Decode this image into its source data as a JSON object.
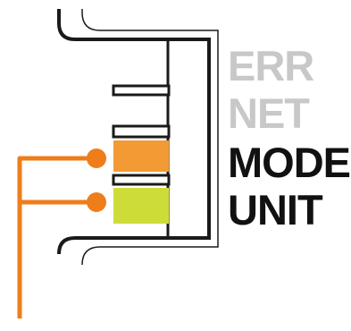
{
  "indicators": [
    {
      "key": "err",
      "label": "ERR",
      "state": "off",
      "led_color": "#ffffff",
      "text_color": "#c8c8c8"
    },
    {
      "key": "net",
      "label": "NET",
      "state": "off",
      "led_color": "#ffffff",
      "text_color": "#c8c8c8"
    },
    {
      "key": "mode",
      "label": "MODE",
      "state": "on",
      "led_color": "#f39a34",
      "text_color": "#111111"
    },
    {
      "key": "unit",
      "label": "UNIT",
      "state": "on",
      "led_color": "#cddc39",
      "text_color": "#111111"
    }
  ],
  "colors": {
    "callout_line": "#ee7d1a",
    "outline": "#1a1a1a"
  }
}
